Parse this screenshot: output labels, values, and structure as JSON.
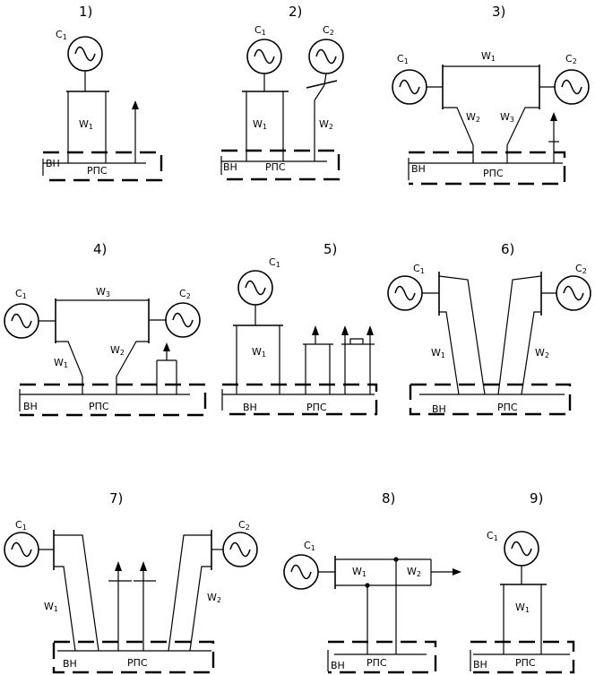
{
  "labels": {
    "d1": "1)",
    "d2": "2)",
    "d3": "3)",
    "d4": "4)",
    "d5": "5)",
    "d6": "6)",
    "d7": "7)",
    "d8": "8)",
    "d9": "9)",
    "C": "С",
    "W": "W",
    "sub1": "1",
    "sub2": "2",
    "sub3": "3",
    "vn": "ВН",
    "rps": "РПС"
  }
}
